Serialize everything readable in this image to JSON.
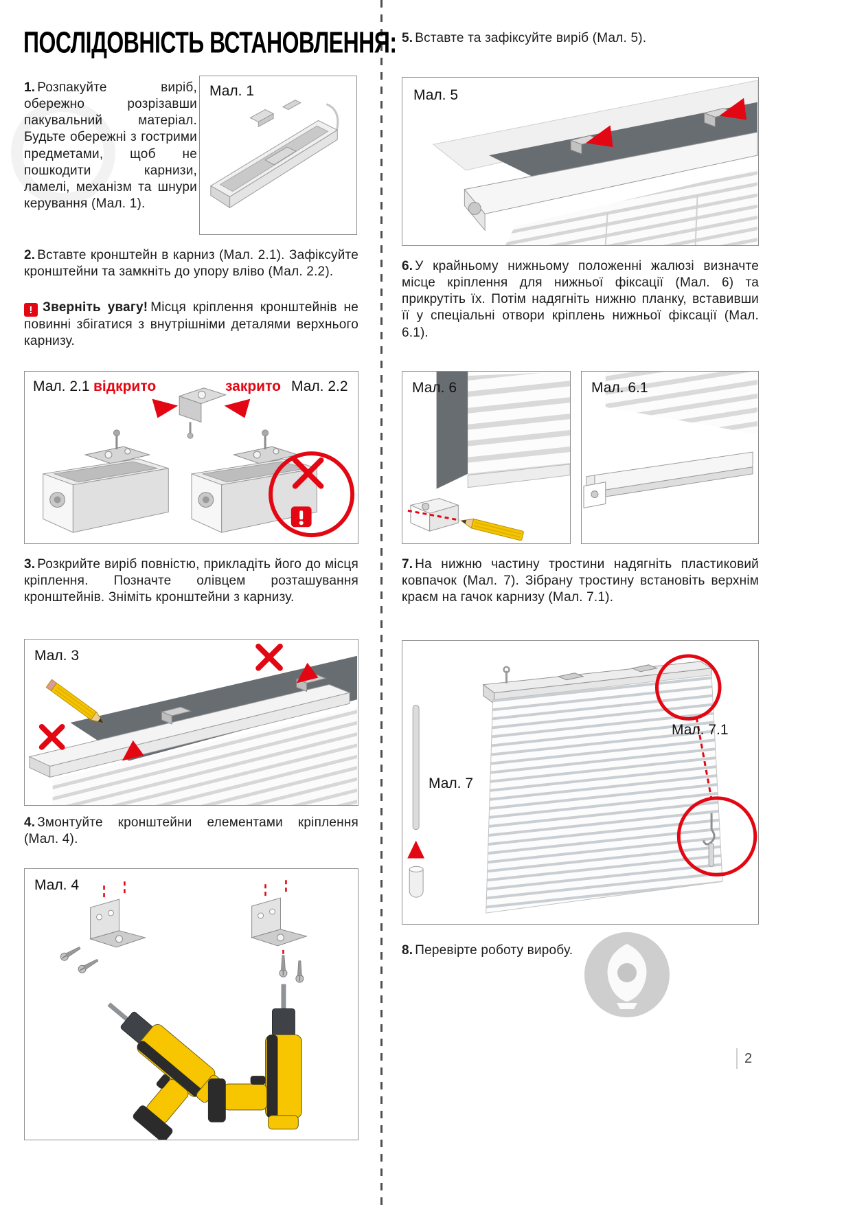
{
  "page": {
    "title": "ПОСЛІДОВНІСТЬ ВСТАНОВЛЕННЯ:",
    "page_number": "2"
  },
  "steps": {
    "s1": {
      "num": "1.",
      "text": "Розпакуйте виріб, обережно розрізавши пакувальний матеріал. Будьте обережні з гострими предметами, щоб не пошкодити карнизи, ламелі, механізм та шнури керування (Мал. 1)."
    },
    "s2": {
      "num": "2.",
      "text": "Вставте кронштейн в карниз (Мал. 2.1). Зафіксуйте кронштейни та замкніть до упору вліво (Мал. 2.2).",
      "warning_icon": "!",
      "warning_title": "Зверніть увагу!",
      "warning_text": "Місця кріплення кронштейнів не повинні збігатися з внутрішніми деталями верхнього карнизу."
    },
    "s3": {
      "num": "3.",
      "text": "Розкрийте виріб повністю, прикладіть його до місця кріплення. Позначте олівцем розташування кронштейнів. Зніміть кронштейни з карнизу."
    },
    "s4": {
      "num": "4.",
      "text": "Змонтуйте кронштейни елементами кріплення (Мал. 4)."
    },
    "s5": {
      "num": "5.",
      "text": "Вставте та зафіксуйте виріб (Мал. 5)."
    },
    "s6": {
      "num": "6.",
      "text": "У крайньому нижньому положенні жалюзі визначте місце кріплення для нижньої фіксації (Мал. 6) та прикрутіть їх. Потім надягніть нижню планку, вставивши її у спеціальні отвори кріплень нижньої фіксації (Мал. 6.1)."
    },
    "s7": {
      "num": "7.",
      "text": "На нижню частину тростини надягніть пластиковий ковпачок (Мал. 7). Зібрану тростину встановіть верхнім краєм на гачок карнизу (Мал. 7.1)."
    },
    "s8": {
      "num": "8.",
      "text": "Перевірте роботу виробу."
    }
  },
  "figure_labels": {
    "fig1": "Мал. 1",
    "fig2_1": "Мал. 2.1",
    "fig2_2": "Мал. 2.2",
    "open_state": "відкрито",
    "closed_state": "закрито",
    "fig3": "Мал. 3",
    "fig4": "Мал. 4",
    "fig5": "Мал. 5",
    "fig6": "Мал. 6",
    "fig6_1": "Мал. 6.1",
    "fig7": "Мал. 7",
    "fig7_1": "Мал. 7.1"
  },
  "colors": {
    "accent_red": "#e30613",
    "figure_dark_gray": "#686d72",
    "drill_yellow": "#f7c600",
    "pencil_yellow": "#f6c400"
  }
}
